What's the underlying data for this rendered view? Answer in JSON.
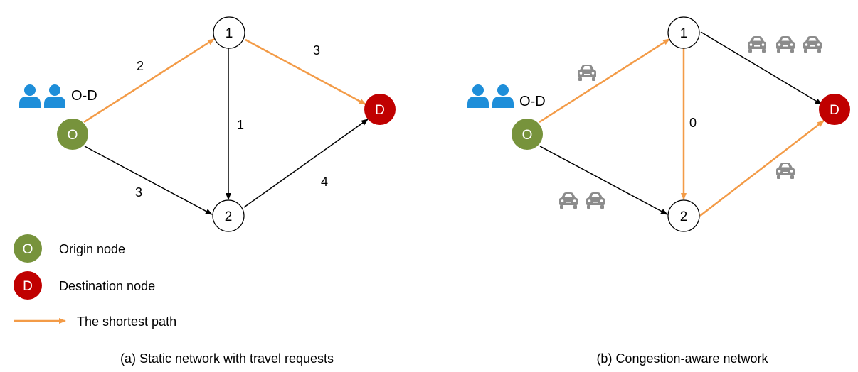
{
  "colors": {
    "path": "#F39B47",
    "edge": "#000000",
    "origin": "#77933C",
    "destination": "#C00000",
    "intermediate": "#FFFFFF",
    "person": "#1E8ED9",
    "car": "#8C8C8C"
  },
  "panel_a": {
    "od_label": "O-D",
    "nodes": {
      "o": "O",
      "n1": "1",
      "n2": "2",
      "d": "D"
    },
    "weights": {
      "o_n1": "2",
      "n1_d": "3",
      "n1_n2": "1",
      "o_n2": "3",
      "n2_d": "4"
    },
    "caption": "(a) Static network with travel requests"
  },
  "panel_b": {
    "od_label": "O-D",
    "nodes": {
      "o": "O",
      "n1": "1",
      "n2": "2",
      "d": "D"
    },
    "weights": {
      "n1_n2": "0"
    },
    "cars": {
      "o_n1": 1,
      "n1_d": 3,
      "o_n2": 2,
      "n2_d": 1
    },
    "caption": "(b) Congestion-aware network"
  },
  "legend": {
    "origin_symbol": "O",
    "origin_label": "Origin node",
    "destination_symbol": "D",
    "destination_label": "Destination node",
    "path_label": "The shortest path"
  }
}
